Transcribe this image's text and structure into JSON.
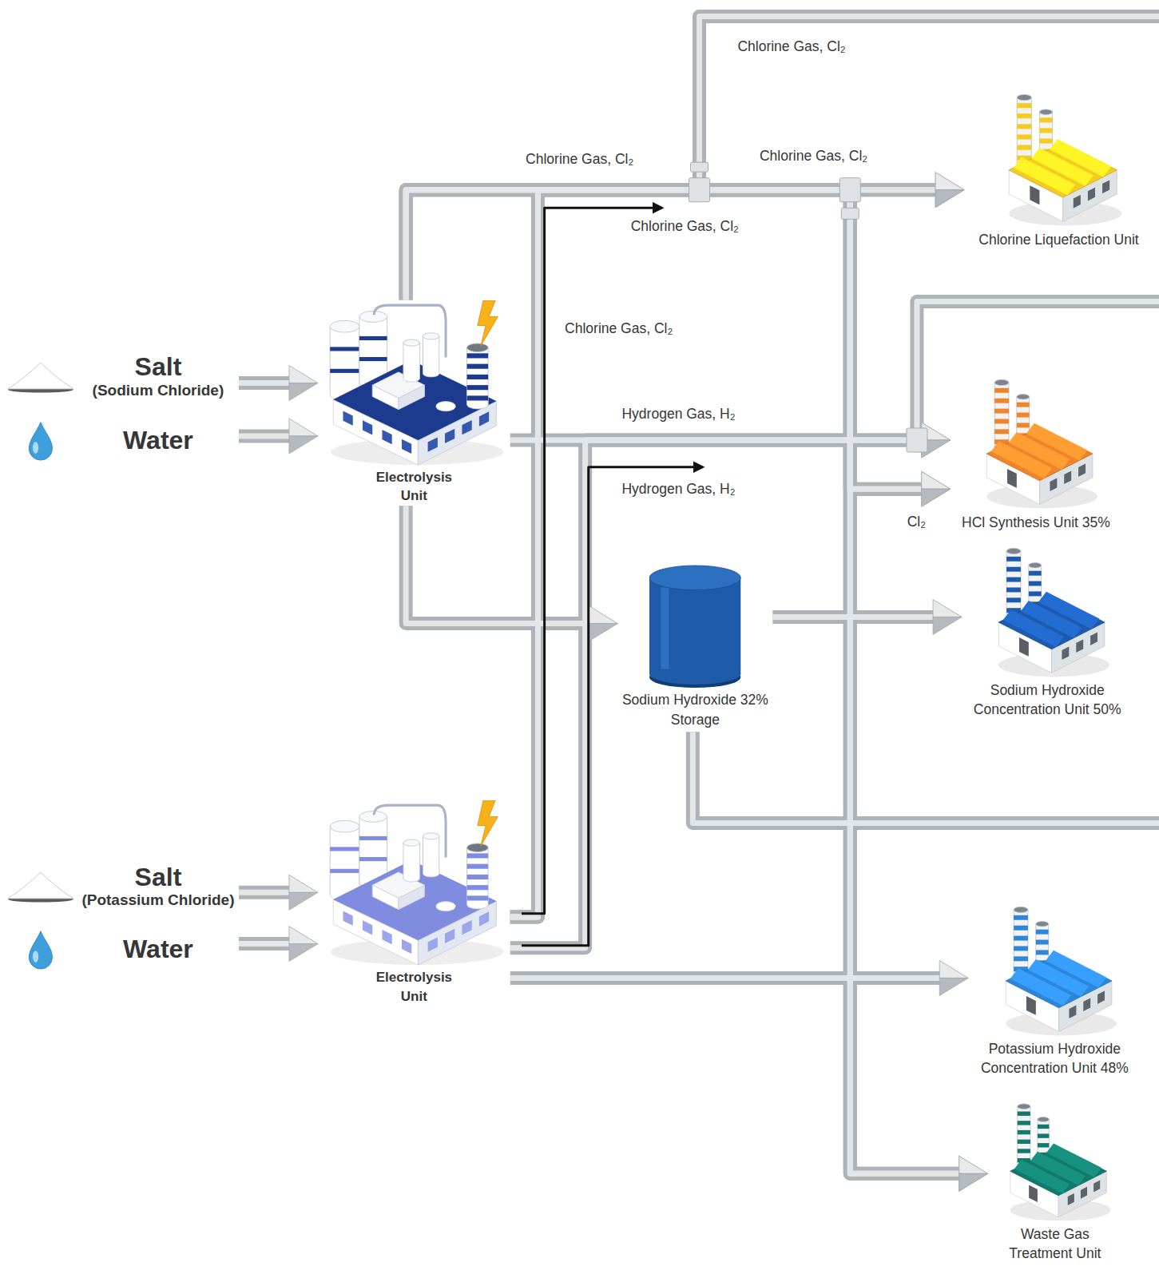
{
  "diagram": {
    "nodes": [
      {
        "text": [
          "Salt",
          "(Sodium Chloride)"
        ]
      },
      {
        "text": [
          "Water"
        ]
      },
      {
        "text": [
          "Electrolysis Unit"
        ]
      },
      {
        "text": [
          "Chlorine Liquefaction Unit"
        ]
      },
      {
        "text": [
          "HCl Synthesis Unit 35%"
        ]
      },
      {
        "text": [
          "Sodium Hydroxide 32% Storage"
        ]
      },
      {
        "text": [
          "Sodium Hydroxide Concentration Unit 50%"
        ]
      },
      {
        "text": [
          "Salt",
          "(Potassium Chloride)"
        ]
      },
      {
        "text": [
          "Water"
        ]
      },
      {
        "text": [
          "Electrolysis Unit"
        ]
      },
      {
        "text": [
          "Potassium Hydroxide Concentration Unit 48%"
        ]
      },
      {
        "text": [
          "Waste Gas Treatment Unit"
        ]
      }
    ],
    "edges": [
      {
        "from": 0,
        "to": 2,
        "arrow": "to"
      },
      {
        "from": 1,
        "to": 2,
        "arrow": "to"
      },
      {
        "from": 2,
        "to": 3,
        "label": "Chlorine Gas, Cl₂",
        "arrow": "to"
      },
      {
        "from": 2,
        "to": 4,
        "label": "Cl₂",
        "arrow": "to"
      },
      {
        "from": 2,
        "to": 11,
        "label": "Chlorine Gas, Cl₂",
        "arrow": "to"
      },
      {
        "from": 2,
        "to": 4,
        "label": "Hydrogen Gas, H₂",
        "arrow": "to"
      },
      {
        "from": 2,
        "to": 5,
        "arrow": "to"
      },
      {
        "from": 5,
        "to": 6,
        "arrow": "to"
      },
      {
        "from": 7,
        "to": 9,
        "arrow": "to"
      },
      {
        "from": 8,
        "to": 9,
        "arrow": "to"
      },
      {
        "from": 9,
        "to": 3,
        "label": "Chlorine Gas, Cl₂",
        "arrow": "to"
      },
      {
        "from": 9,
        "to": 4,
        "arrow": "to"
      },
      {
        "from": 9,
        "to": 11,
        "label": "Chlorine Gas, Cl₂",
        "arrow": "to"
      },
      {
        "from": 9,
        "to": 4,
        "label": "Hydrogen Gas, H₂",
        "arrow": "to"
      },
      {
        "from": 9,
        "to": 10,
        "arrow": "to"
      }
    ],
    "labels": [
      "Chlorine Gas, Cl₂"
    ]
  }
}
